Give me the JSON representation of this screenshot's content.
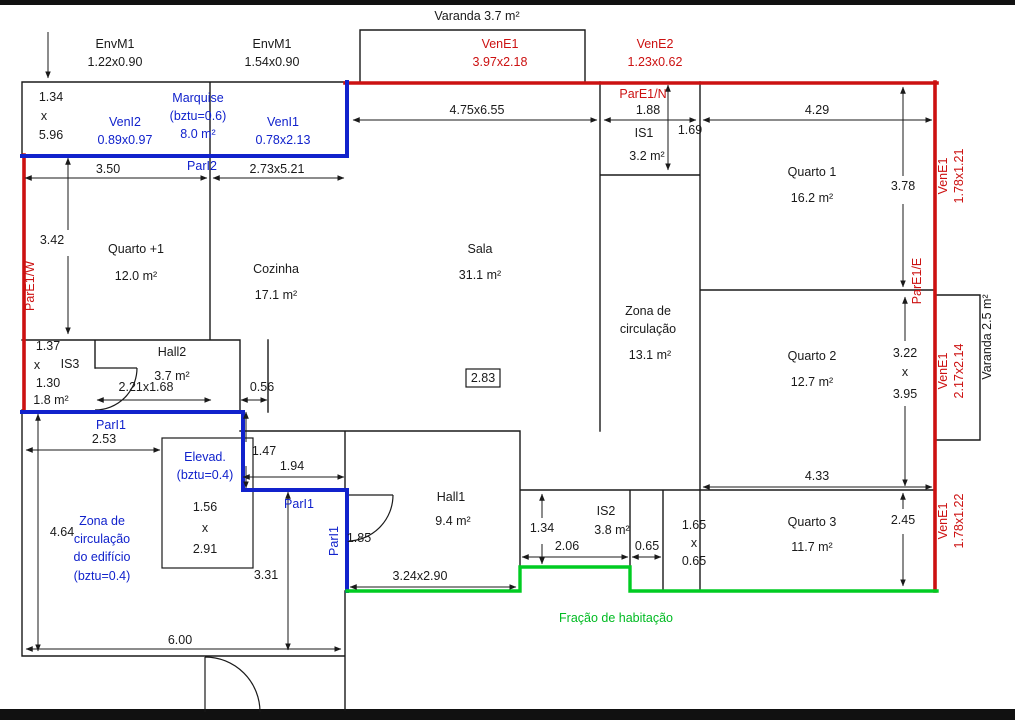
{
  "plan": {
    "varanda_top_label": "Varanda 3.7 m²",
    "varanda_right_label": "Varanda 2.5 m²",
    "fraction_label": "Fração de habitação"
  },
  "rooms": {
    "quarto_mais_1": {
      "name": "Quarto +1",
      "area": "12.0 m²"
    },
    "cozinha": {
      "name": "Cozinha",
      "area": "17.1 m²"
    },
    "sala": {
      "name": "Sala",
      "area": "31.1 m²"
    },
    "quarto_1": {
      "name": "Quarto 1",
      "area": "16.2 m²"
    },
    "quarto_2": {
      "name": "Quarto 2",
      "area": "12.7 m²"
    },
    "quarto_3": {
      "name": "Quarto 3",
      "area": "11.7 m²"
    },
    "zona_circulacao": {
      "line1": "Zona de",
      "line2": "circulação",
      "area": "13.1 m²"
    },
    "hall_1": {
      "name": "Hall1",
      "area": "9.4 m²"
    },
    "hall_2": {
      "name": "Hall2",
      "area": "3.7 m²"
    },
    "is1": {
      "name": "IS1",
      "area": "3.2 m²"
    },
    "is2": {
      "name": "IS2",
      "area": "3.8 m²"
    },
    "is3": {
      "name": "IS3",
      "area": "1.8 m²",
      "width": "1.37",
      "times": "x",
      "height": "1.30"
    },
    "marquise": {
      "line1": "Marquise",
      "line2": "(bztu=0.6)",
      "area": "8.0 m²"
    },
    "elevador": {
      "line1": "Elevad.",
      "line2": "(bztu=0.4)",
      "width": "1.56",
      "times": "x",
      "height": "2.91"
    },
    "zona_edificio": {
      "line1": "Zona de",
      "line2": "circulação",
      "line3": "do edifício",
      "line4": "(bztu=0.4)"
    }
  },
  "envelope": {
    "env_m1_a": {
      "name": "EnvM1",
      "size": "1.22x0.90"
    },
    "env_m1_b": {
      "name": "EnvM1",
      "size": "1.54x0.90"
    },
    "ven_e1_top": {
      "name": "VenE1",
      "size": "3.97x2.18"
    },
    "ven_e2_top": {
      "name": "VenE2",
      "size": "1.23x0.62"
    },
    "ven_e1_right_1": {
      "name": "VenE1",
      "size": "1.78x1.21"
    },
    "ven_e1_right_2": {
      "name": "VenE1",
      "size": "2.17x2.14"
    },
    "ven_e1_right_3": {
      "name": "VenE1",
      "size": "1.78x1.22"
    },
    "ven_i2": {
      "name": "VenI2",
      "size": "0.89x0.97"
    },
    "ven_i1": {
      "name": "VenI1",
      "size": "0.78x2.13"
    },
    "par_e1_n": "ParE1/N",
    "par_e1_w": "ParE1/W",
    "par_e1_e": "ParE1/E",
    "par_i2": "ParI2",
    "par_i1_top": "ParI1",
    "par_i1_mid": "ParI1",
    "par_i1_side": "ParI1"
  },
  "dims": {
    "sala": "4.75x6.55",
    "is1_w": "1.88",
    "is1_h": "1.69",
    "q1_w": "4.29",
    "q1_h": "3.78",
    "qm1_w": "3.50",
    "cozinha": "2.73x5.21",
    "qm1_h": "3.42",
    "marq_h": "1.34",
    "marq_x": "x",
    "marq_w": "5.96",
    "hall2": "2.21x1.68",
    "d056": "0.56",
    "d283": "2.83",
    "d253": "2.53",
    "d147": "1.47",
    "d194": "1.94",
    "d464": "4.64",
    "d331": "3.31",
    "d185": "1.85",
    "d600": "6.00",
    "hall1": "3.24x2.90",
    "is2_h": "1.34",
    "is2_w": "2.06",
    "d065": "0.65",
    "shaft_a": "1.65",
    "shaft_x": "x",
    "shaft_b": "0.65",
    "q3_w": "4.33",
    "q3_h": "2.45",
    "q2_a": "3.22",
    "q2_x": "x",
    "q2_b": "3.95"
  }
}
